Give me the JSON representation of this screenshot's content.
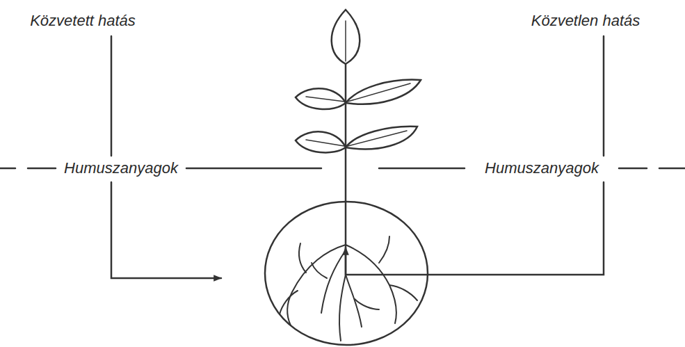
{
  "diagram": {
    "labels": [
      "Közvetett hatás",
      "Közvetlen hatás",
      "Humuszanyagok",
      "Humuszanyagok"
    ]
  }
}
